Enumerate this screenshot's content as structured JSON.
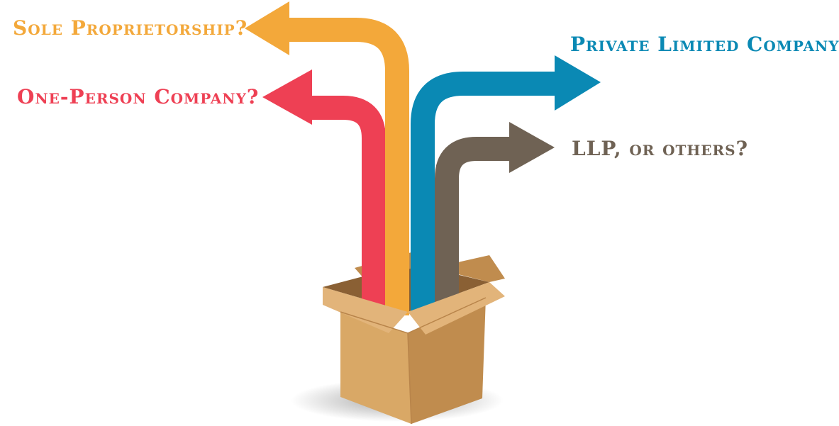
{
  "options": [
    {
      "id": "sole",
      "label": "Sole Proprietorship?",
      "color": "#f3a83a"
    },
    {
      "id": "opc",
      "label": "One-Person Company?",
      "color": "#ee4054"
    },
    {
      "id": "plc",
      "label": "Private Limited Company?",
      "color": "#0a89b4"
    },
    {
      "id": "llp",
      "label": "LLP, or others?",
      "color": "#6f6254"
    }
  ],
  "colors": {
    "background": "#ffffff",
    "box_front": "#d9a866",
    "box_side": "#c08c4e",
    "box_flap": "#e2b47a",
    "box_inside": "#8a6034"
  },
  "icons": {
    "box": "open-cardboard-box",
    "arrows": "curved-arrow"
  }
}
